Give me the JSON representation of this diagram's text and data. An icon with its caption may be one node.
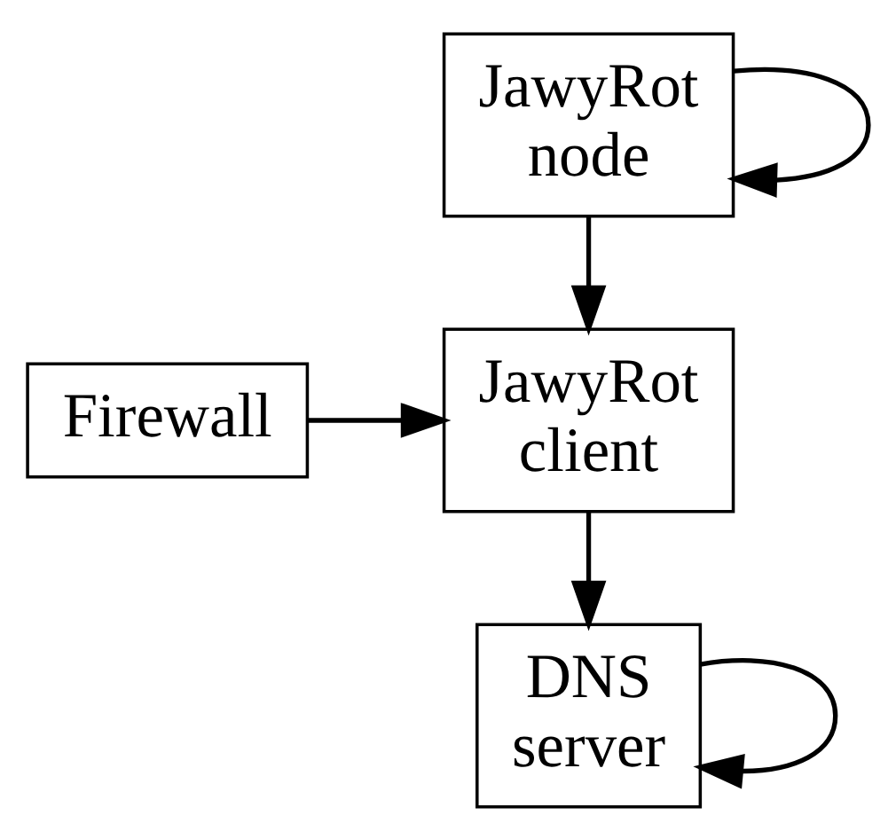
{
  "diagram": {
    "nodes": [
      {
        "text": [
          "JawyRot node"
        ]
      },
      {
        "text": [
          "JawyRot client"
        ]
      },
      {
        "text": [
          "Firewall"
        ]
      },
      {
        "text": [
          "DNS server"
        ]
      }
    ],
    "edges": [
      {
        "from": 0,
        "to": 0,
        "arrow": "to"
      },
      {
        "from": 0,
        "to": 1,
        "arrow": "to"
      },
      {
        "from": 2,
        "to": 1,
        "arrow": "to"
      },
      {
        "from": 1,
        "to": 3,
        "arrow": "to"
      },
      {
        "from": 3,
        "to": 3,
        "arrow": "to"
      }
    ]
  }
}
